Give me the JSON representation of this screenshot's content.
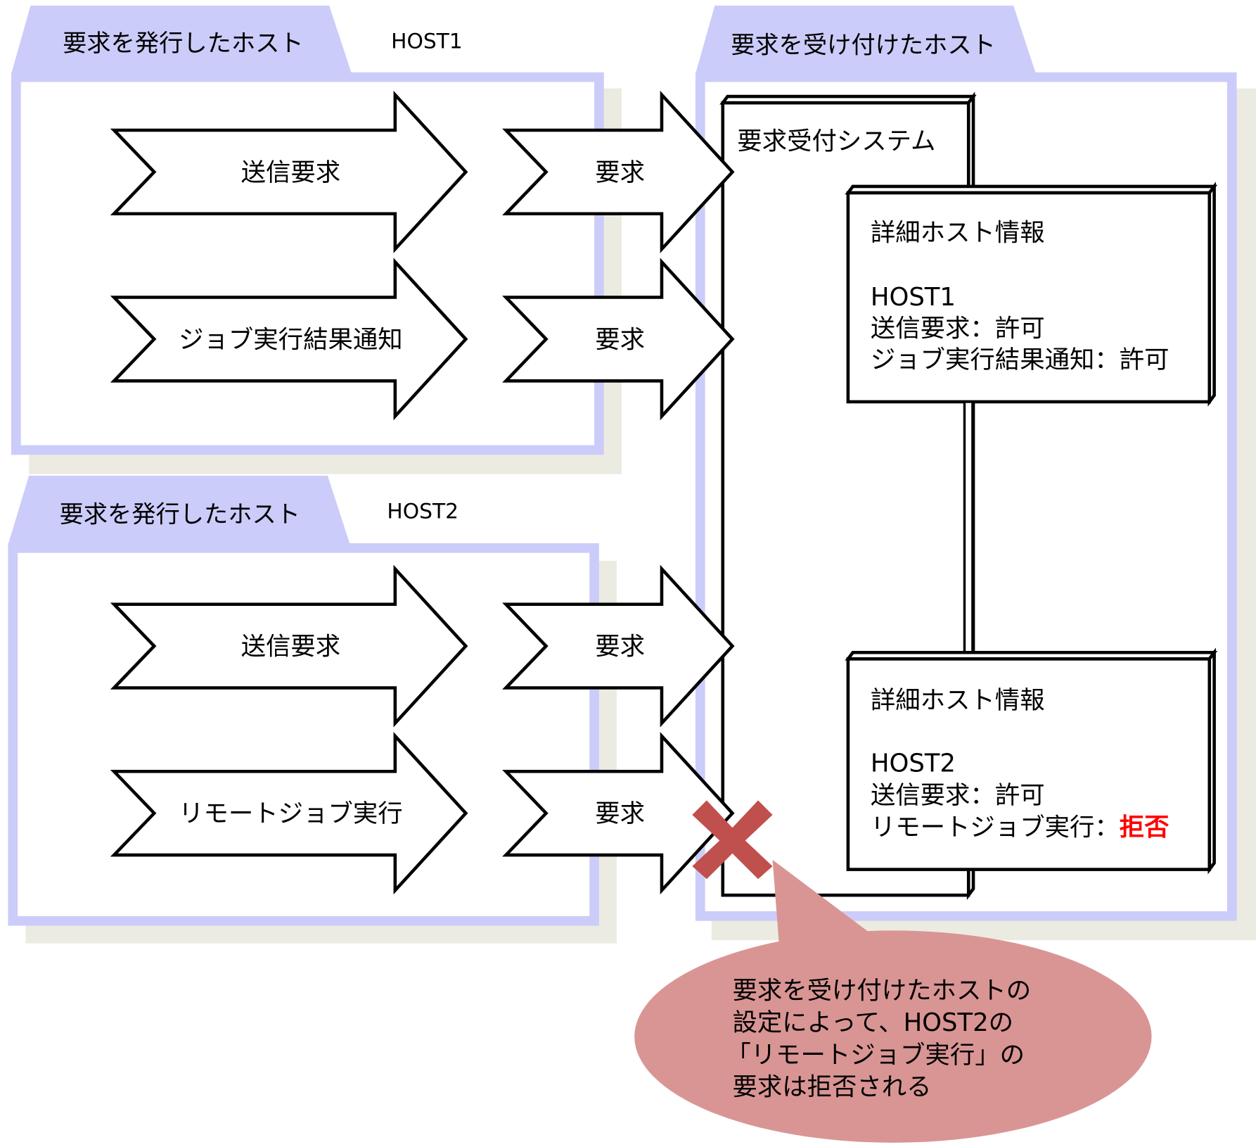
{
  "colors": {
    "panel_border": "#ccccfa",
    "panel_shadow": "#ecebe2",
    "tab_fill": "#ccccfa",
    "reject_mark": "#c0504d",
    "bubble_fill": "#d99594",
    "denied_text": "#ff0000"
  },
  "source_hosts": [
    {
      "tab_label": "要求を発行したホスト",
      "host_name": "HOST1",
      "request_types": [
        "送信要求",
        "ジョブ実行結果通知"
      ],
      "request_arrow_label": "要求"
    },
    {
      "tab_label": "要求を発行したホスト",
      "host_name": "HOST2",
      "request_types": [
        "送信要求",
        "リモートジョブ実行"
      ],
      "request_arrow_label": "要求"
    }
  ],
  "receiving_host": {
    "tab_label": "要求を受け付けたホスト",
    "system_label": "要求受付システム",
    "detail_boxes": [
      {
        "title": "詳細ホスト情報",
        "host": "HOST1",
        "rules": [
          {
            "request": "送信要求",
            "separator": "：",
            "result": "許可",
            "denied": false
          },
          {
            "request": "ジョブ実行結果通知",
            "separator": "：",
            "result": "許可",
            "denied": false
          }
        ]
      },
      {
        "title": "詳細ホスト情報",
        "host": "HOST2",
        "rules": [
          {
            "request": "送信要求",
            "separator": "：",
            "result": "許可",
            "denied": false
          },
          {
            "request": "リモートジョブ実行",
            "separator": "：",
            "result": "拒否",
            "denied": true
          }
        ]
      }
    ]
  },
  "callout": {
    "lines": [
      "要求を受け付けたホストの",
      "設定によって、HOST2の",
      "「リモートジョブ実行」の",
      "要求は拒否される"
    ],
    "icon": "reject-x-icon"
  }
}
